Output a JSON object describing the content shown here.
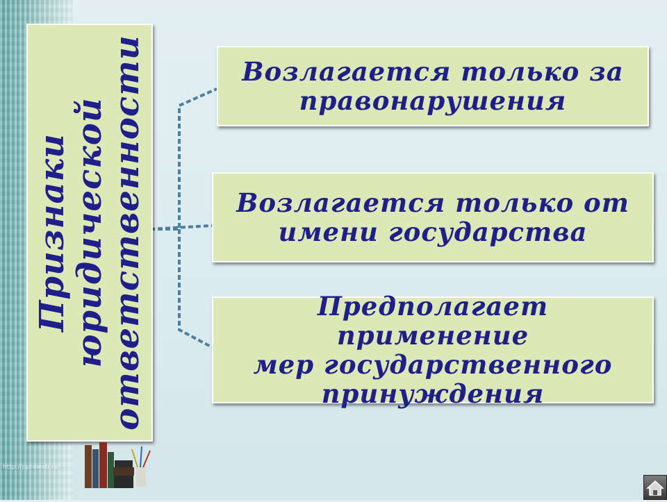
{
  "diagram": {
    "root": {
      "lines": [
        "Признаки",
        "юридической",
        "ответственности"
      ]
    },
    "items": [
      {
        "lines": [
          "Возлагается только за",
          "правонарушения"
        ]
      },
      {
        "lines": [
          "Возлагается только от",
          "имени государства"
        ]
      },
      {
        "lines": [
          "Предполагает применение",
          "мер государственного",
          "принуждения"
        ]
      }
    ]
  },
  "watermark": "http://ppt4web.ru",
  "icons": {
    "home": "home-icon",
    "books": "books-pencils-icon"
  },
  "colors": {
    "box_fill": "#dce8b5",
    "text": "#1e1f8a",
    "connector": "#4d7f9e",
    "background": "#dbebef"
  }
}
